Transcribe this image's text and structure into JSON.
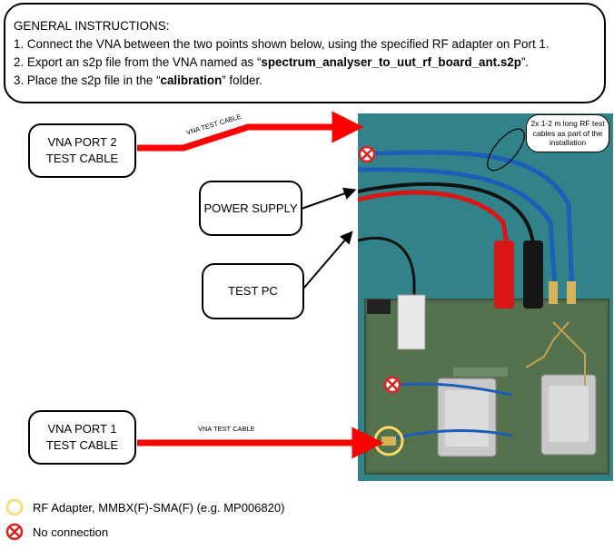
{
  "instructions": {
    "heading": "GENERAL INSTRUCTIONS:",
    "step1": "1. Connect the VNA between the two points shown below, using the specified RF adapter on Port 1.",
    "step2_pre": "2. Export an s2p file from the VNA named as “",
    "step2_file": "spectrum_analyser_to_uut_rf_board_ant.s2p",
    "step2_post": "”.",
    "step3_pre": "3. Place the s2p file in the “",
    "step3_folder": "calibration",
    "step3_post": "” folder."
  },
  "labels": {
    "vna_port2_line1": "VNA PORT 2",
    "vna_port2_line2": "TEST CABLE",
    "power_supply": "POWER SUPPLY",
    "test_pc": "TEST PC",
    "vna_port1_line1": "VNA PORT 1",
    "vna_port1_line2": "TEST CABLE",
    "cable_top": "VNA TEST CABLE",
    "cable_bottom": "VNA TEST CABLE",
    "note": "2x 1-2 m long RF test cables as part of the installation"
  },
  "legend": {
    "adapter": "RF Adapter, MMBX(F)-SMA(F) (e.g. MP006820)",
    "no_connection": "No connection"
  },
  "colors": {
    "arrow_red": "#ff0000",
    "adapter_ring": "#ffd966",
    "no_connection": "#e02020",
    "board_green": "#4f6b4a",
    "backdrop_teal": "#2f7f86"
  }
}
